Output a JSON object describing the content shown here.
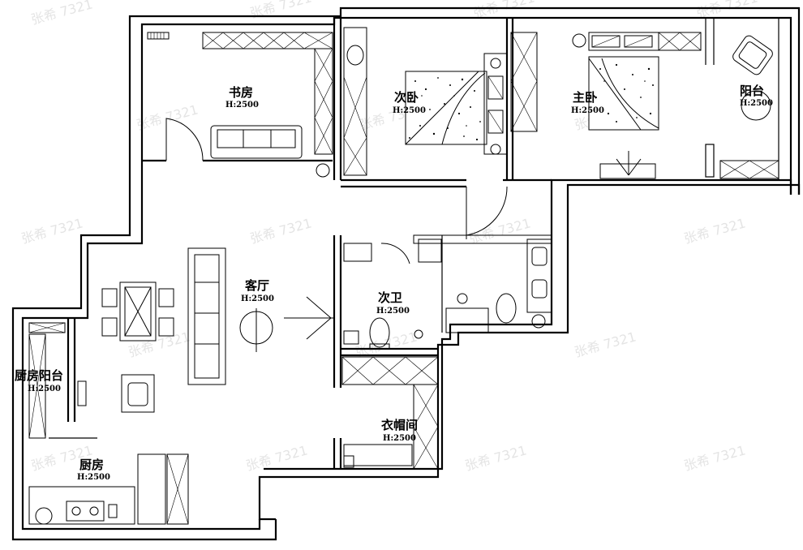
{
  "rooms": {
    "study": {
      "name": "书房",
      "height": "H:2500"
    },
    "second_bedroom": {
      "name": "次卧",
      "height": "H:2500"
    },
    "master_bedroom": {
      "name": "主卧",
      "height": "H:2500"
    },
    "balcony": {
      "name": "阳台",
      "height": "H:2500"
    },
    "living_room": {
      "name": "客厅",
      "height": "H:2500"
    },
    "second_bathroom": {
      "name": "次卫",
      "height": "H:2500"
    },
    "kitchen_balcony": {
      "name": "厨房阳台",
      "height": "H:2500"
    },
    "kitchen": {
      "name": "厨房",
      "height": "H:2500"
    },
    "cloakroom": {
      "name": "衣帽间",
      "height": "H:2500"
    }
  },
  "watermark": "张希 7321",
  "colors": {
    "line": "#000000",
    "watermark": "#cfcfcf",
    "background": "#ffffff"
  }
}
